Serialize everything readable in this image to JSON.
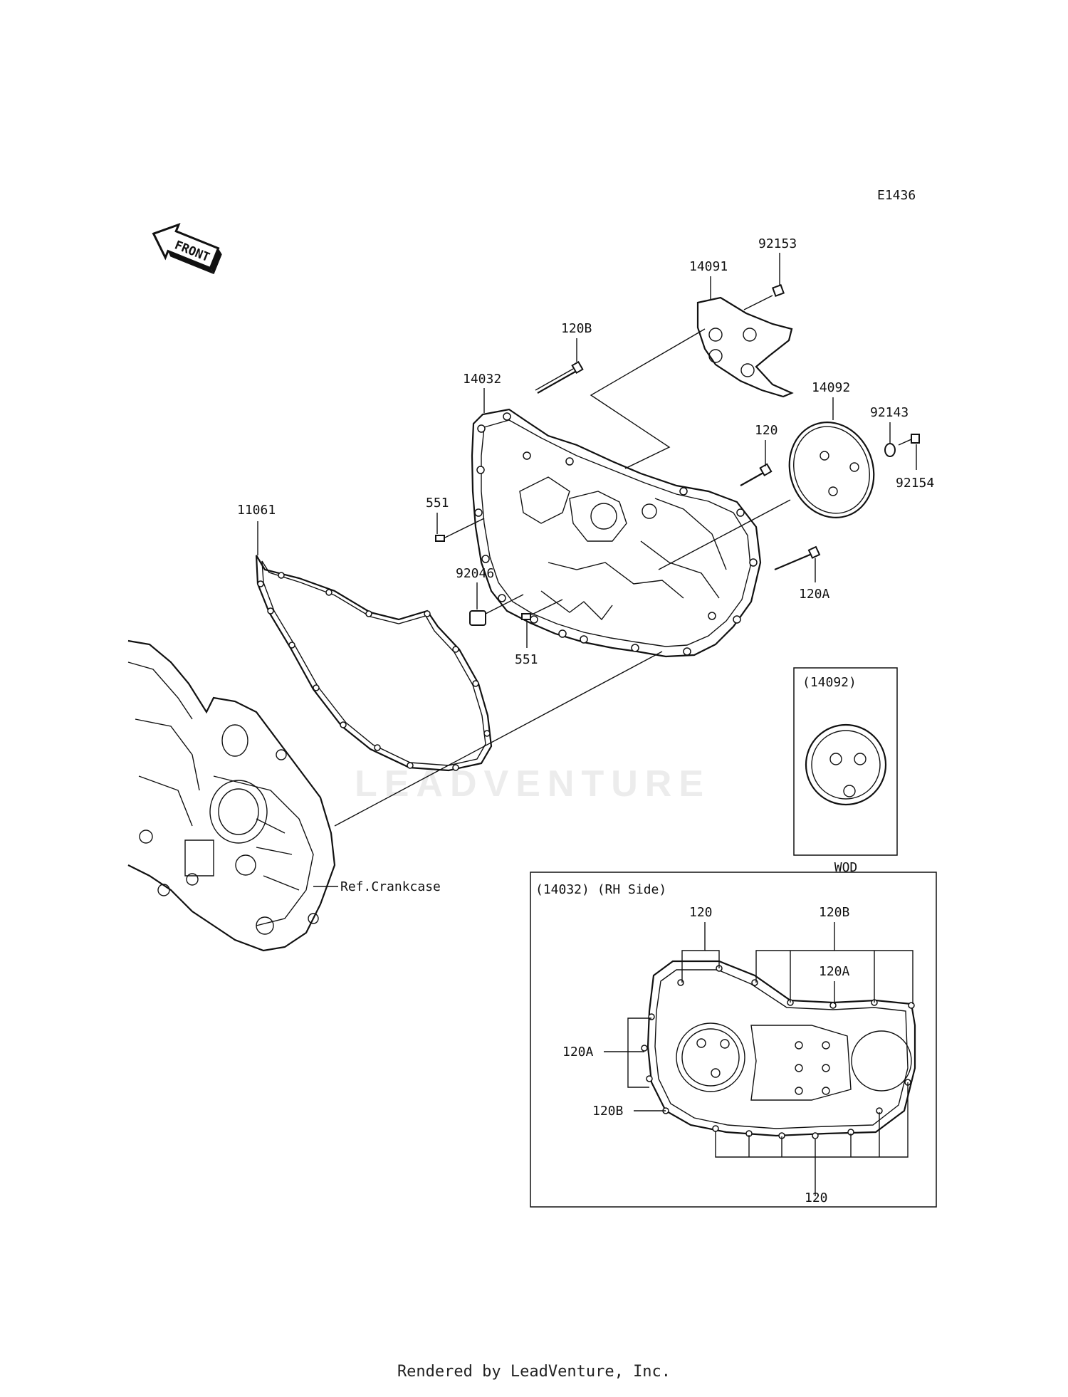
{
  "diagram_code": "E1436",
  "front_label": "FRONT",
  "watermark": "LEADVENTURE",
  "parts": {
    "p92153": "92153",
    "p14091": "14091",
    "p120B_top": "120B",
    "p14032": "14032",
    "p14092": "14092",
    "p92143": "92143",
    "p92154": "92154",
    "p120": "120",
    "p551_a": "551",
    "p11061": "11061",
    "p92046": "92046",
    "p120A": "120A",
    "p551_b": "551"
  },
  "reference": "Ref.Crankcase",
  "inset_wod": {
    "title": "(14092)",
    "caption": "WOD"
  },
  "inset_rh": {
    "title": "(14032)  (RH Side)",
    "label_120_top": "120",
    "label_120B_top": "120B",
    "label_120A_inner": "120A",
    "label_120A_left": "120A",
    "label_120B_left": "120B",
    "label_120_bottom": "120"
  },
  "footer": "Rendered by LeadVenture, Inc."
}
